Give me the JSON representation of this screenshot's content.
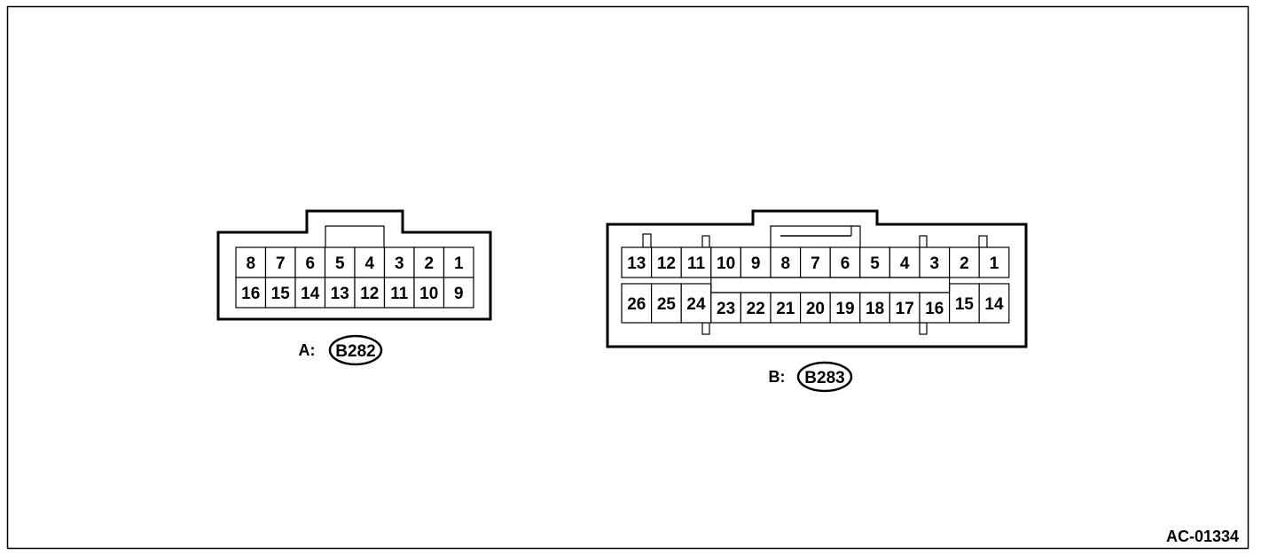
{
  "figure_id": "AC-01334",
  "connectors": [
    {
      "prefix": "A:",
      "code": "B282",
      "top_row": [
        "8",
        "7",
        "6",
        "5",
        "4",
        "3",
        "2",
        "1"
      ],
      "bottom_row": [
        "16",
        "15",
        "14",
        "13",
        "12",
        "11",
        "10",
        "9"
      ]
    },
    {
      "prefix": "B:",
      "code": "B283",
      "top_row": [
        "13",
        "12",
        "11",
        "10",
        "9",
        "8",
        "7",
        "6",
        "5",
        "4",
        "3",
        "2",
        "1"
      ],
      "bottom_row": [
        "26",
        "25",
        "24",
        "23",
        "22",
        "21",
        "20",
        "19",
        "18",
        "17",
        "16",
        "15",
        "14"
      ]
    }
  ]
}
